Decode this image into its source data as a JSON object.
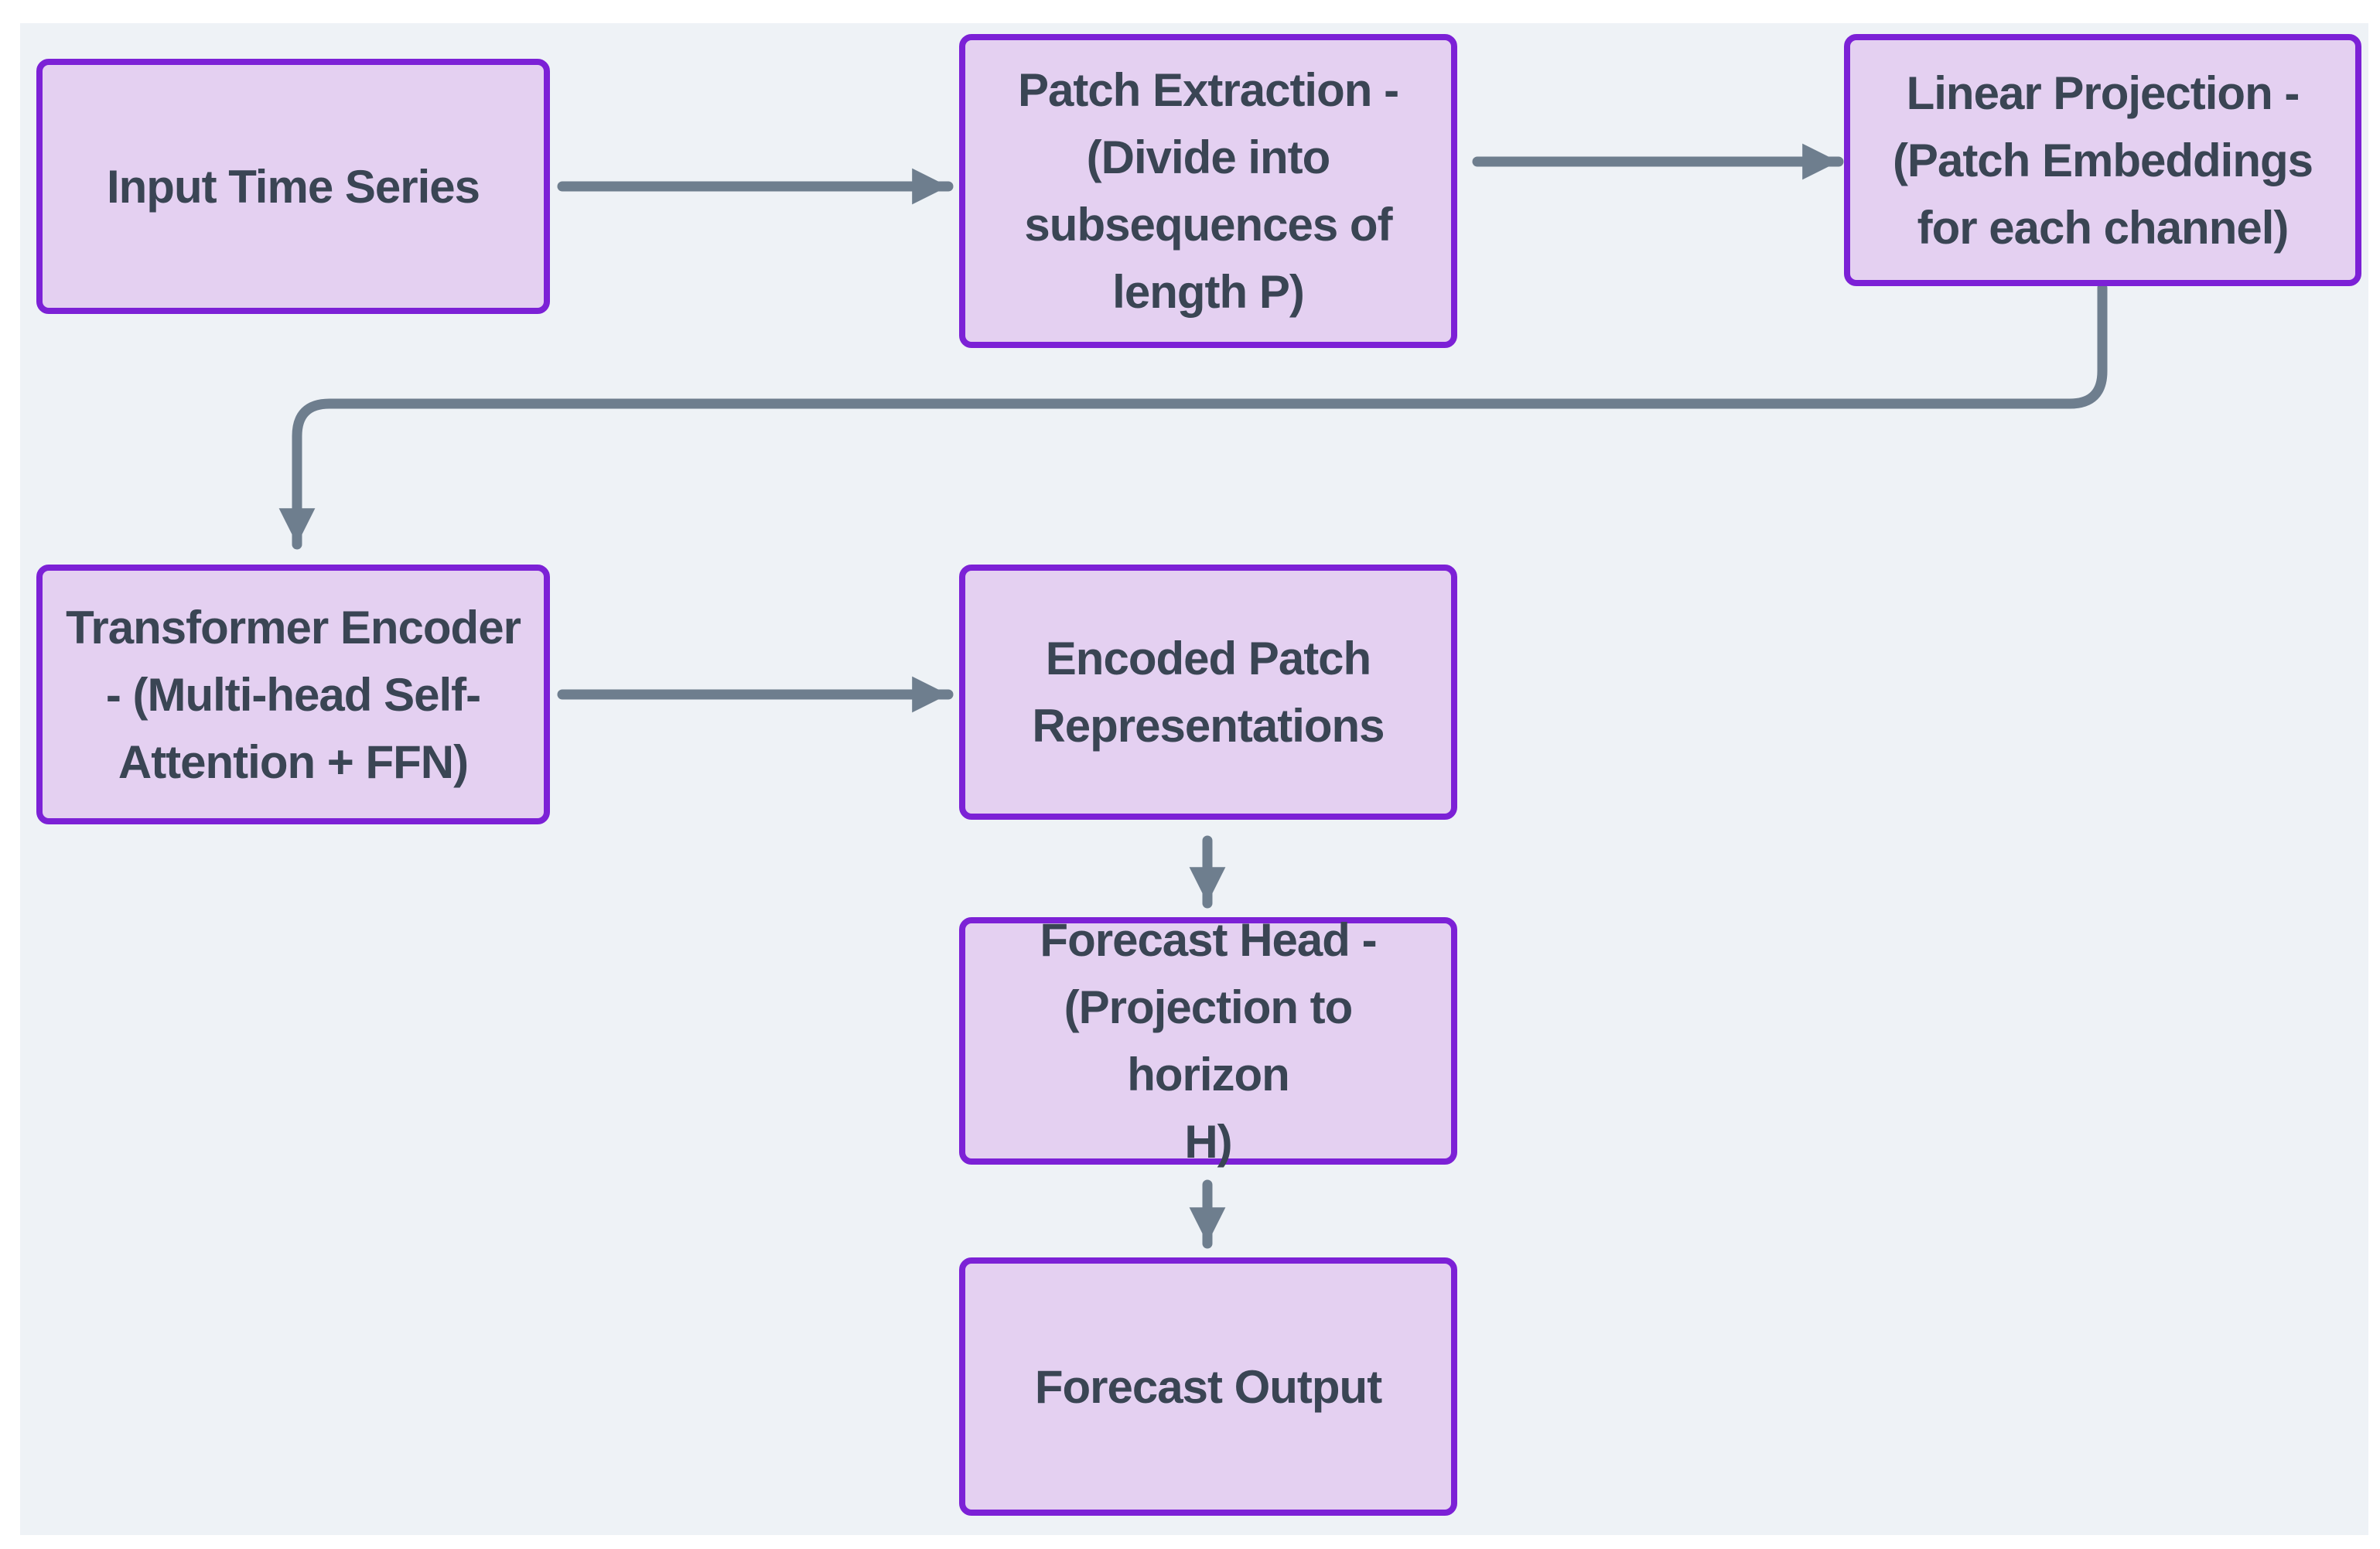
{
  "diagram": {
    "type": "flowchart",
    "colors": {
      "canvas_bg": "#ffffff",
      "panel_bg": "#eef2f6",
      "node_fill": "#e4d0f1",
      "node_border": "#7c21d6",
      "node_text": "#3a4554",
      "arrow": "#6e7e8e"
    },
    "nodes": [
      {
        "id": "input",
        "label": "Input Time Series",
        "lines": [
          "Input Time Series"
        ]
      },
      {
        "id": "patch-extraction",
        "label": "Patch Extraction - (Divide into subsequences of length P)",
        "lines": [
          "Patch Extraction -",
          "(Divide into",
          "subsequences of",
          "length P)"
        ]
      },
      {
        "id": "linear-projection",
        "label": "Linear Projection - (Patch Embeddings for each channel)",
        "lines": [
          "Linear Projection -",
          "(Patch Embeddings",
          "for each channel)"
        ]
      },
      {
        "id": "transformer",
        "label": "Transformer Encoder - (Multi-head Self-Attention + FFN)",
        "lines": [
          "Transformer Encoder",
          "- (Multi-head Self-",
          "Attention + FFN)"
        ]
      },
      {
        "id": "encoded-patch",
        "label": "Encoded Patch Representations",
        "lines": [
          "Encoded Patch",
          "Representations"
        ]
      },
      {
        "id": "forecast-head",
        "label": "Forecast Head - (Projection to horizon H)",
        "lines": [
          "Forecast Head -",
          "(Projection to horizon",
          "H)"
        ]
      },
      {
        "id": "forecast-output",
        "label": "Forecast Output",
        "lines": [
          "Forecast Output"
        ]
      }
    ],
    "edges": [
      {
        "from": "input",
        "to": "patch-extraction"
      },
      {
        "from": "patch-extraction",
        "to": "linear-projection"
      },
      {
        "from": "linear-projection",
        "to": "transformer"
      },
      {
        "from": "transformer",
        "to": "encoded-patch"
      },
      {
        "from": "encoded-patch",
        "to": "forecast-head"
      },
      {
        "from": "forecast-head",
        "to": "forecast-output"
      }
    ]
  }
}
